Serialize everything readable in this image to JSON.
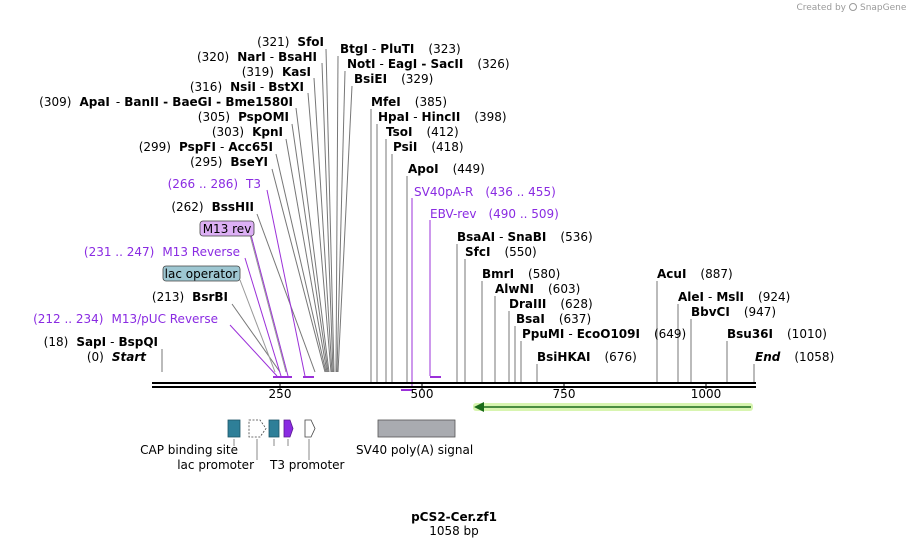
{
  "header": {
    "created_by": "Created by",
    "brand": "SnapGene"
  },
  "plasmid": {
    "name": "pCS2-Cer.zf1",
    "length_label": "1058 bp"
  },
  "ruler": {
    "ticks": [
      "250",
      "500",
      "750",
      "1000"
    ]
  },
  "colors": {
    "feature_purple": "#9b30d9",
    "lac_operator": "#9ec7d2",
    "m13_rev": "#ddb0f5",
    "cds_green": "#c4f08a",
    "sv40": "#a9abb0"
  },
  "enzymes": [
    {
      "pos": "(321)",
      "name": "SfoI",
      "extra": ""
    },
    {
      "pos": "(320)",
      "name": "NarI",
      "extra": "BsaHI"
    },
    {
      "pos": "(319)",
      "name": "KasI",
      "extra": ""
    },
    {
      "pos": "(316)",
      "name": "NsiI",
      "extra": "BstXI"
    },
    {
      "pos": "(309)",
      "name": "ApaI",
      "extra": "BanII  -  BaeGI  -  Bme1580I"
    },
    {
      "pos": "(305)",
      "name": "PspOMI",
      "extra": ""
    },
    {
      "pos": "(303)",
      "name": "KpnI",
      "extra": ""
    },
    {
      "pos": "(299)",
      "name": "PspFI",
      "extra": "Acc65I"
    },
    {
      "pos": "(295)",
      "name": "BseYI",
      "extra": ""
    },
    {
      "pos": "(262)",
      "name": "BssHII",
      "extra": ""
    },
    {
      "pos": "(213)",
      "name": "BsrBI",
      "extra": ""
    },
    {
      "pos": "(18)",
      "name": "SapI",
      "extra": "BspQI"
    },
    {
      "name": "BtgI",
      "extra": "PluTI",
      "pos": "(323)"
    },
    {
      "name": "NotI",
      "extra": "EagI  -  SacII",
      "pos": "(326)"
    },
    {
      "name": "BsiEI",
      "extra": "",
      "pos": "(329)"
    },
    {
      "name": "MfeI",
      "extra": "",
      "pos": "(385)"
    },
    {
      "name": "HpaI",
      "extra": "HincII",
      "pos": "(398)"
    },
    {
      "name": "TsoI",
      "extra": "",
      "pos": "(412)"
    },
    {
      "name": "PsiI",
      "extra": "",
      "pos": "(418)"
    },
    {
      "name": "ApoI",
      "extra": "",
      "pos": "(449)"
    },
    {
      "name": "BsaAI",
      "extra": "SnaBI",
      "pos": "(536)"
    },
    {
      "name": "SfcI",
      "extra": "",
      "pos": "(550)"
    },
    {
      "name": "BmrI",
      "extra": "",
      "pos": "(580)"
    },
    {
      "name": "AlwNI",
      "extra": "",
      "pos": "(603)"
    },
    {
      "name": "DraIII",
      "extra": "",
      "pos": "(628)"
    },
    {
      "name": "BsaI",
      "extra": "",
      "pos": "(637)"
    },
    {
      "name": "PpuMI",
      "extra": "EcoO109I",
      "pos": "(649)"
    },
    {
      "name": "BsiHKAI",
      "extra": "",
      "pos": "(676)"
    },
    {
      "name": "AcuI",
      "extra": "",
      "pos": "(887)"
    },
    {
      "name": "AleI",
      "extra": "MslI",
      "pos": "(924)"
    },
    {
      "name": "BbvCI",
      "extra": "",
      "pos": "(947)"
    },
    {
      "name": "Bsu36I",
      "extra": "",
      "pos": "(1010)"
    }
  ],
  "ends": [
    {
      "pos": "(0)",
      "name": "Start"
    },
    {
      "name": "End",
      "pos": "(1058)"
    }
  ],
  "features_labels": [
    {
      "range": "(266 .. 286)",
      "name": "T3"
    },
    {
      "range": "(231 .. 247)",
      "name": "M13 Reverse"
    },
    {
      "range": "(212 .. 234)",
      "name": "M13/pUC Reverse"
    },
    {
      "name": "SV40pA-R",
      "range": "(436 .. 455)"
    },
    {
      "name": "EBV-rev",
      "range": "(490 .. 509)"
    }
  ],
  "boxed_features": [
    "M13 rev",
    "lac operator"
  ],
  "bottom_features": [
    "CAP binding site",
    "lac promoter",
    "T3 promoter",
    "SV40 poly(A) signal"
  ]
}
